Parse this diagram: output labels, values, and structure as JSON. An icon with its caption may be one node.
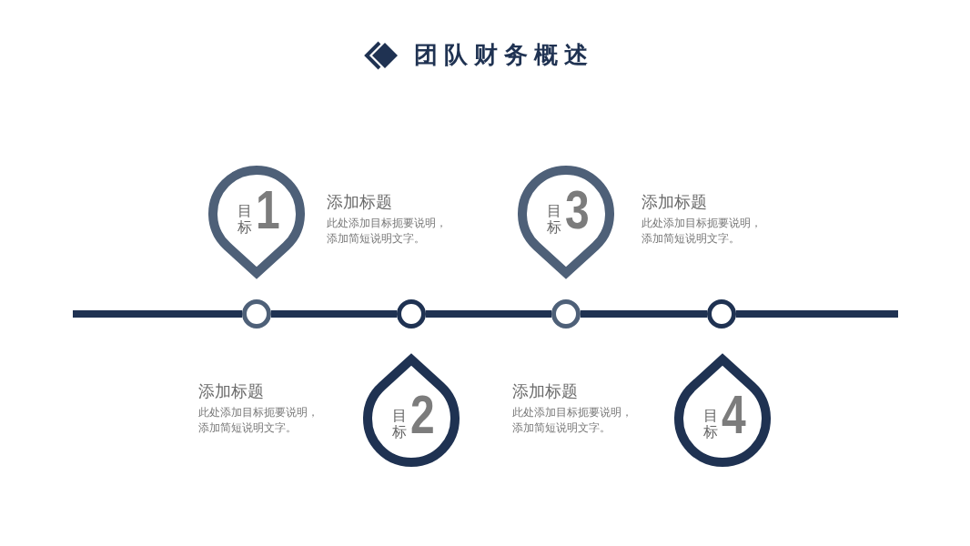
{
  "diagram": {
    "title": "团队财务概述",
    "nodes": [
      {
        "text": [
          "目标",
          "1"
        ],
        "beside": [
          "添加标题",
          "此处添加目标扼要说明，添加简短说明文字。"
        ]
      },
      {
        "text": [
          "目标",
          "2"
        ],
        "beside": [
          "添加标题",
          "此处添加目标扼要说明，添加简短说明文字。"
        ]
      },
      {
        "text": [
          "目标",
          "3"
        ],
        "beside": [
          "添加标题",
          "此处添加目标扼要说明，添加简短说明文字。"
        ]
      },
      {
        "text": [
          "目标",
          "4"
        ],
        "beside": [
          "添加标题",
          "此处添加目标扼要说明，添加简短说明文字。"
        ]
      },
      {
        "text": [],
        "shape": "circle"
      },
      {
        "text": [],
        "shape": "circle"
      },
      {
        "text": [],
        "shape": "circle"
      },
      {
        "text": [],
        "shape": "circle"
      }
    ],
    "edges": [
      {
        "from": null,
        "to": 4,
        "arrow": "none"
      },
      {
        "from": 4,
        "to": 5,
        "arrow": "none"
      },
      {
        "from": 5,
        "to": 6,
        "arrow": "none"
      },
      {
        "from": 6,
        "to": 7,
        "arrow": "none"
      },
      {
        "from": 7,
        "to": null,
        "arrow": "none"
      }
    ]
  }
}
